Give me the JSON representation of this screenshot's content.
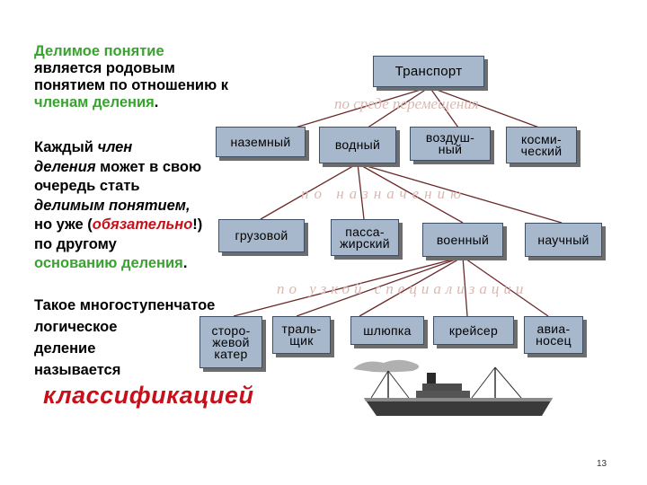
{
  "left_text": {
    "p1": [
      "Делимое понятие",
      "является родовым",
      "понятием по отношению к"
    ],
    "p1_last_colored": "членам деления",
    "p1_last_end": ".",
    "p2_line1": "Каждый ",
    "p2_line1_it": "член",
    "p2_line2_it": "деления",
    "p2_line2": " может в свою",
    "p2_line3": "очередь стать",
    "p2_line4_it": "делимым понятием,",
    "p2_line5a": "но уже (",
    "p2_line5_red": "обязательно",
    "p2_line5b": "!)",
    "p2_line6": "по другому",
    "p2_line7_green": "основанию деления",
    "p2_line7_end": ".",
    "p3": [
      "Такое многоступенчатое",
      "логическое",
      "деление",
      "называется"
    ],
    "conclusion": "классификацией"
  },
  "criteria": {
    "c1": "по среде перемещения",
    "c2": "по назначению",
    "c3": "по узкой специализации"
  },
  "boxes": {
    "root": "Транспорт",
    "ground": "наземный",
    "water": "водный",
    "air": "воздуш-\nный",
    "space": "косми-\nческий",
    "cargo": "грузовой",
    "passenger": "пасса-\nжирский",
    "military": "военный",
    "science": "научный",
    "patrol": "сторо-\nжевой\nкатер",
    "trawler": "траль-\nщик",
    "sloop": "шлюпка",
    "cruiser": "крейсер",
    "carrier": "авиа-\nносец"
  },
  "page_number": "13"
}
